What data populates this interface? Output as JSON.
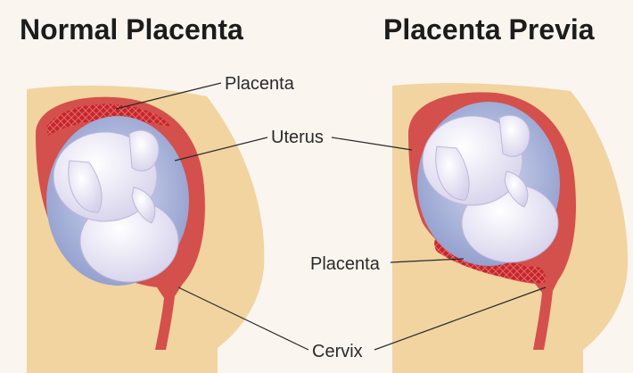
{
  "titles": {
    "left": "Normal Placenta",
    "right": "Placenta Previa"
  },
  "labels": {
    "placenta_top": "Placenta",
    "uterus": "Uterus",
    "placenta_bottom": "Placenta",
    "cervix": "Cervix"
  },
  "colors": {
    "background": "#fbf5f0",
    "body_skin": "#f1d4a0",
    "uterus_wall": "#d4504c",
    "placenta": "#c4262b",
    "amniotic_sac": "#9aa7d4",
    "fetus": "#ece9f7",
    "leader_line": "#2a2a2a"
  }
}
